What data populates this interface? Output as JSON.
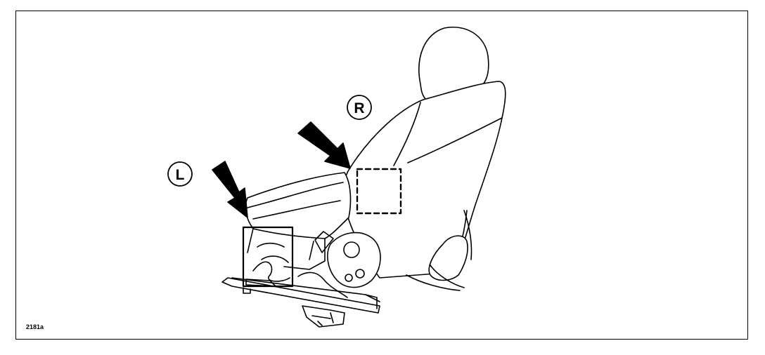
{
  "figure": {
    "code": "2181a"
  },
  "callouts": {
    "right": "R",
    "left": "L"
  },
  "colors": {
    "line": "#000000",
    "background": "#ffffff"
  },
  "icons": {
    "arrow": "arrow-icon",
    "seat": "seat-icon"
  }
}
